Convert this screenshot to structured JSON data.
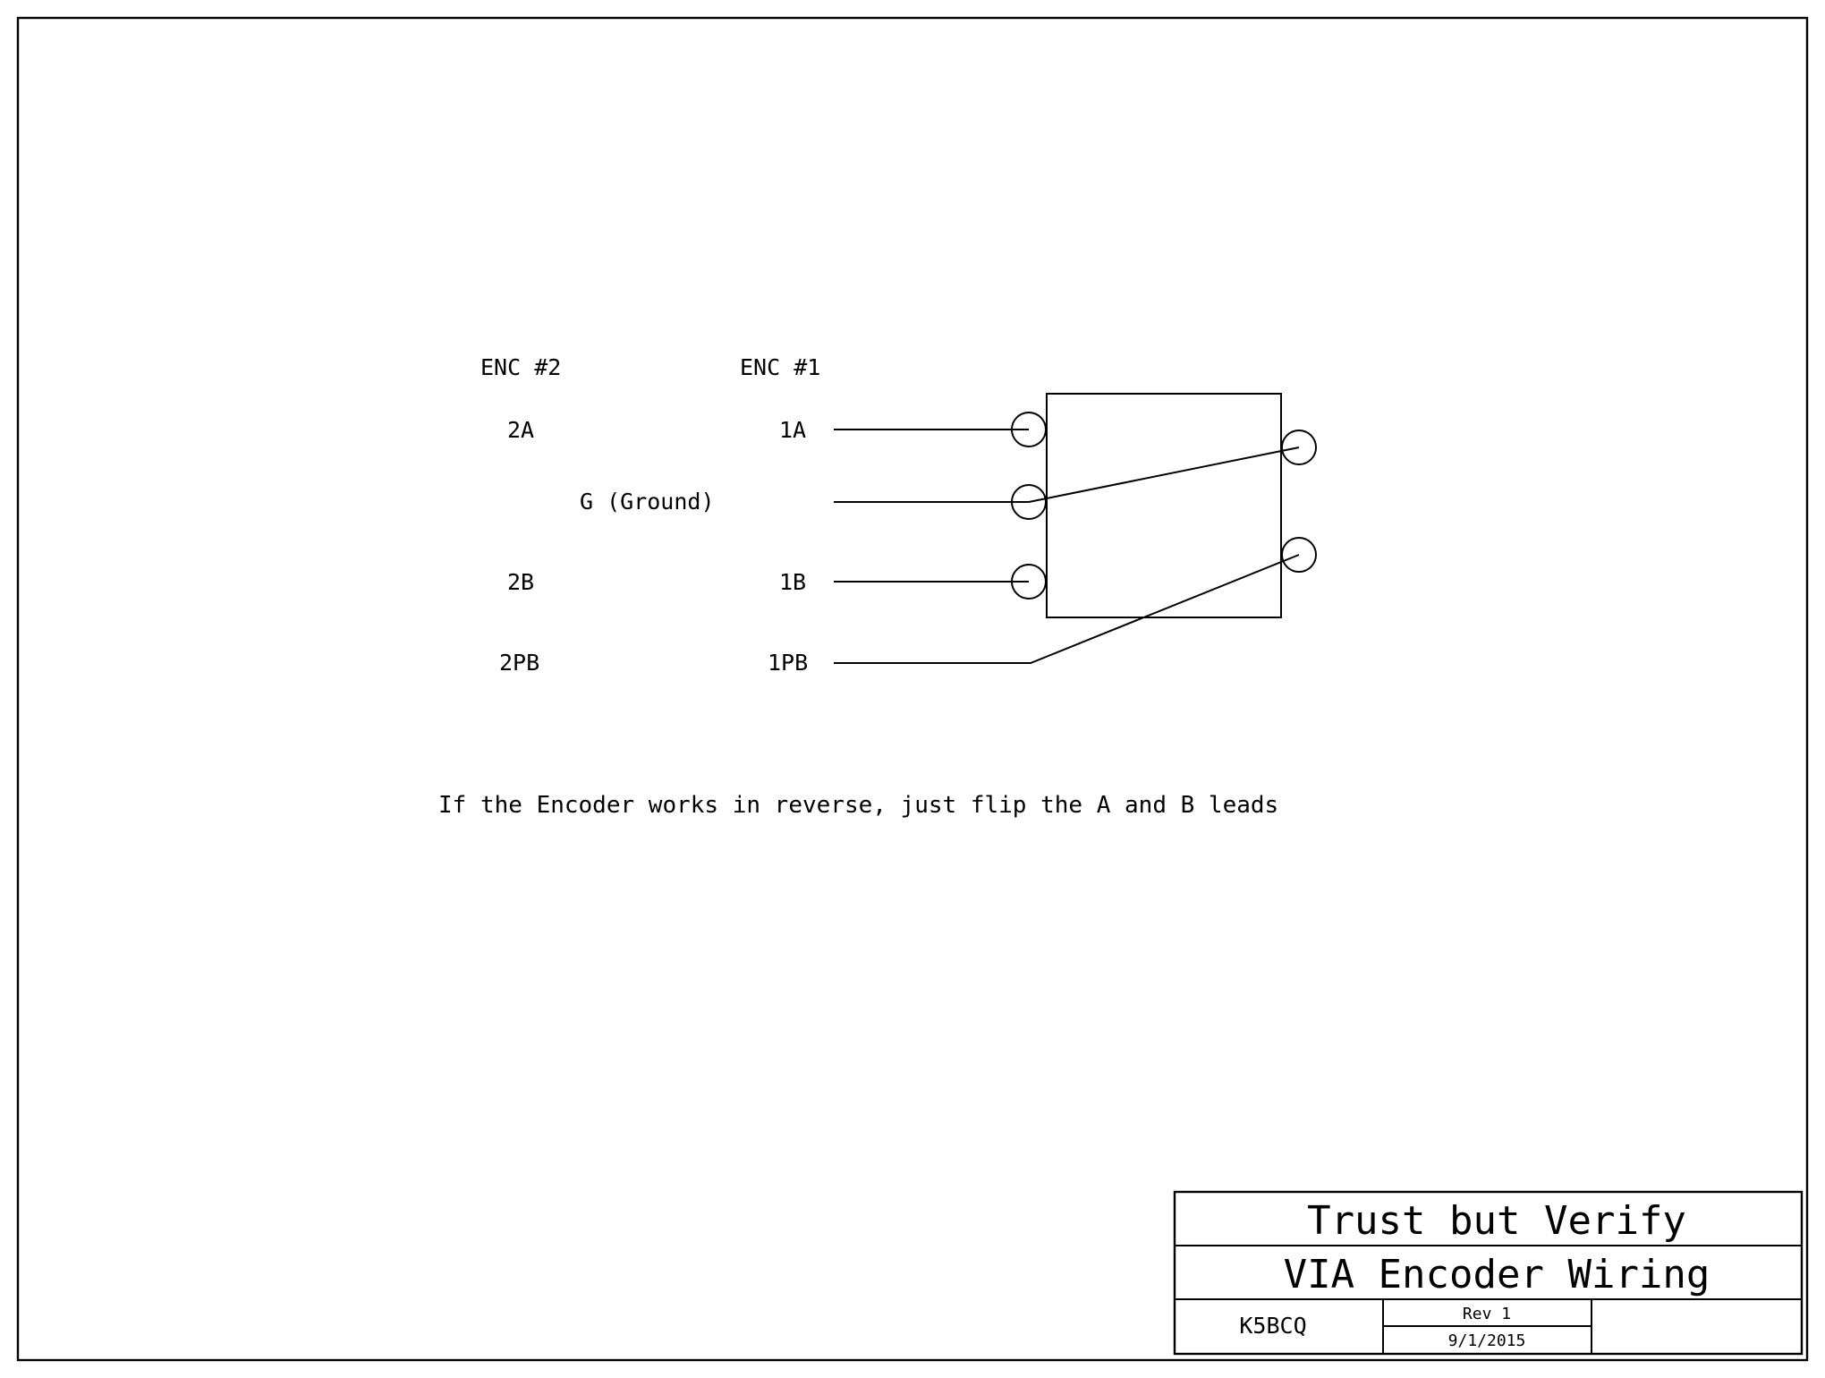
{
  "labels": {
    "enc2": "ENC #2",
    "enc1": "ENC #1",
    "pin_2a": "2A",
    "pin_1a": "1A",
    "ground": "G (Ground)",
    "pin_2b": "2B",
    "pin_1b": "1B",
    "pin_2pb": "2PB",
    "pin_1pb": "1PB"
  },
  "note": "If the Encoder works in reverse, just flip the A and B leads",
  "title_block": {
    "title": "Trust but Verify",
    "subtitle": "VIA Encoder Wiring",
    "author": "K5BCQ",
    "revision": "Rev 1",
    "date": "9/1/2015"
  },
  "colors": {
    "line": "#000000",
    "background": "#ffffff"
  }
}
